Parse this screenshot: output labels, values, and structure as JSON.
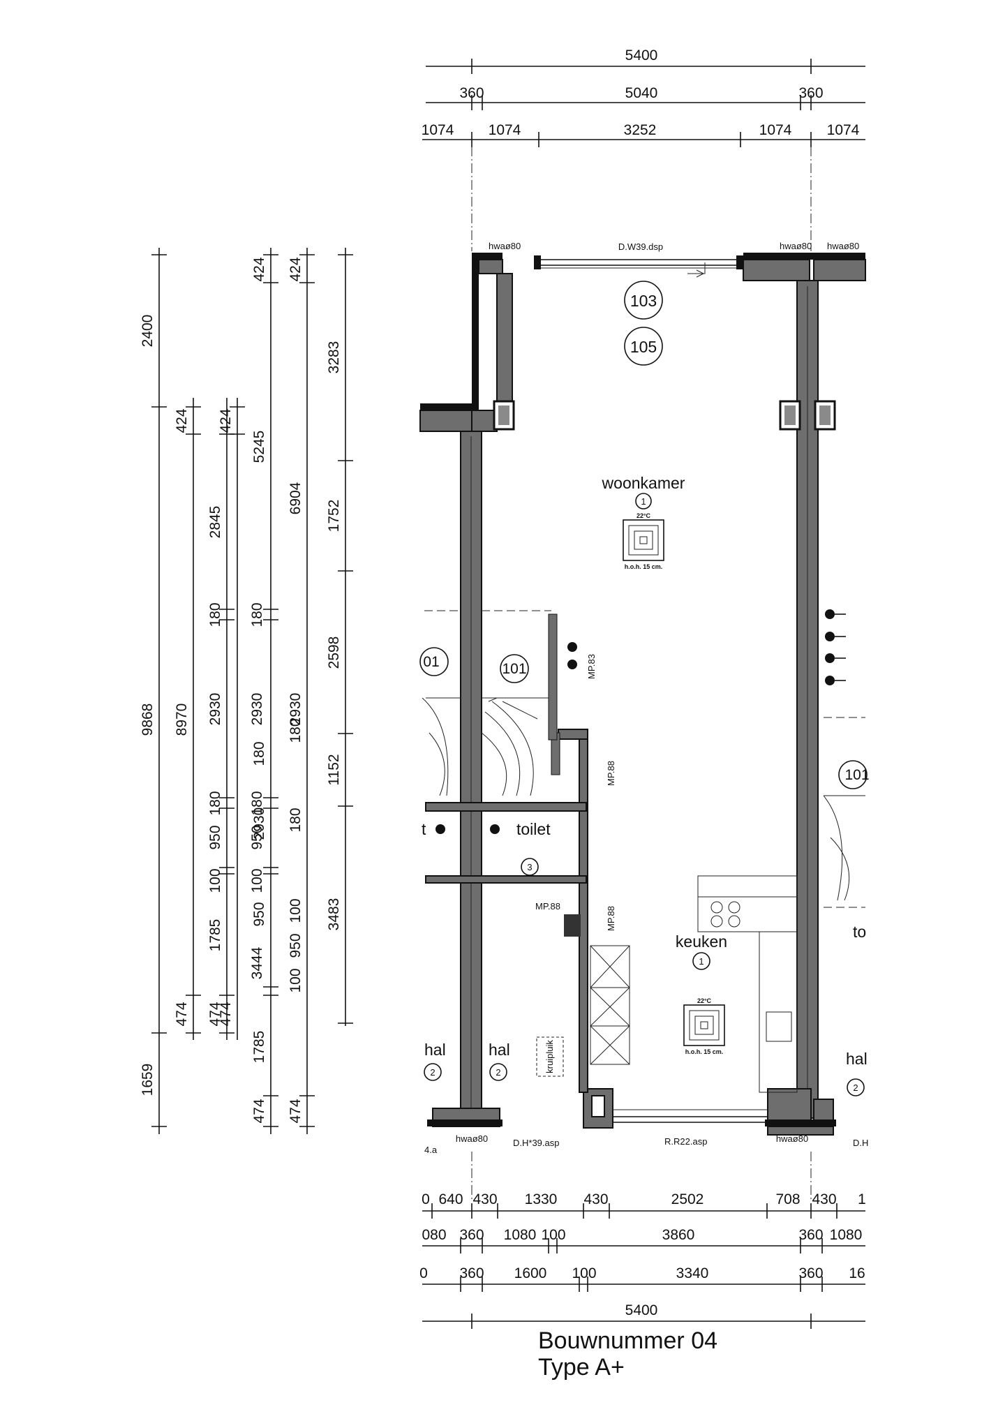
{
  "dimensions": {
    "top": {
      "overall": "5400",
      "row2": [
        "360",
        "5040",
        "360"
      ],
      "row3": [
        "1074",
        "1074",
        "3252",
        "1074",
        "1074"
      ]
    },
    "bottom": {
      "row1": [
        "0",
        "640",
        "430",
        "1330",
        "430",
        "2502",
        "708",
        "430",
        "1"
      ],
      "row2": [
        "080",
        "360",
        "1080",
        "100",
        "3860",
        "360",
        "1080"
      ],
      "row3": [
        "0",
        "360",
        "1600",
        "100",
        "3340",
        "360",
        "16"
      ],
      "overall": "5400"
    },
    "left": {
      "col1": [
        "2400",
        "9868",
        "1659"
      ],
      "col2": [
        "424",
        "8970",
        "474"
      ],
      "col3": [
        "2845",
        "180",
        "2930",
        "180",
        "950",
        "100",
        "1785",
        "474"
      ],
      "col4": [
        "424",
        "180",
        "2930",
        "180",
        "950",
        "100",
        "3444",
        "474"
      ],
      "col5": [
        "424",
        "5245",
        "180",
        "2930",
        "180",
        "950",
        "100",
        "1785",
        "474"
      ],
      "col6": [
        "424",
        "6904",
        "2930",
        "180",
        "950",
        "100",
        "474"
      ],
      "col7": [
        "3283",
        "1752",
        "2598",
        "1152",
        "3483"
      ]
    }
  },
  "labels": {
    "window_top": "D.W39.dsp",
    "hwa_1": "hwaø80",
    "hwa_2": "hwaø80",
    "hwa_3": "hwaø80",
    "hwa_4": "hwaø80",
    "hwa_5": "hwaø80",
    "door_bottom": "D.H*39.asp",
    "window_bottom": "R.R22.asp",
    "door_bottom_right": "D.H",
    "ref_left_bottom": "4.a",
    "mp_83": "MP.83",
    "mp_88_a": "MP.88",
    "mp_88_b": "MP.88",
    "mp_88_c": "MP.88",
    "kruipluik": "kruipluik",
    "floor_temp_1": "22°C",
    "floor_temp_2": "22°C",
    "floor_spacing_1": "h.o.h. 15 cm.",
    "floor_spacing_2": "h.o.h. 15 cm."
  },
  "markers": {
    "m103": "103",
    "m105": "105",
    "m101_a": "01",
    "m101_b": "101",
    "m101_c": "101",
    "woon_num": "1",
    "keuken_num": "1",
    "toilet_num": "3",
    "hal_num_a": "2",
    "hal_num_b": "2",
    "hal_num_c": "2"
  },
  "rooms": {
    "woonkamer": "woonkamer",
    "keuken": "keuken",
    "toilet": "toilet",
    "toilet_left": "t",
    "toilet_right": "to",
    "hal_a": "hal",
    "hal_b": "hal",
    "hal_c": "hal"
  },
  "title": {
    "line1": "Bouwnummer 04",
    "line2": "Type A+"
  }
}
